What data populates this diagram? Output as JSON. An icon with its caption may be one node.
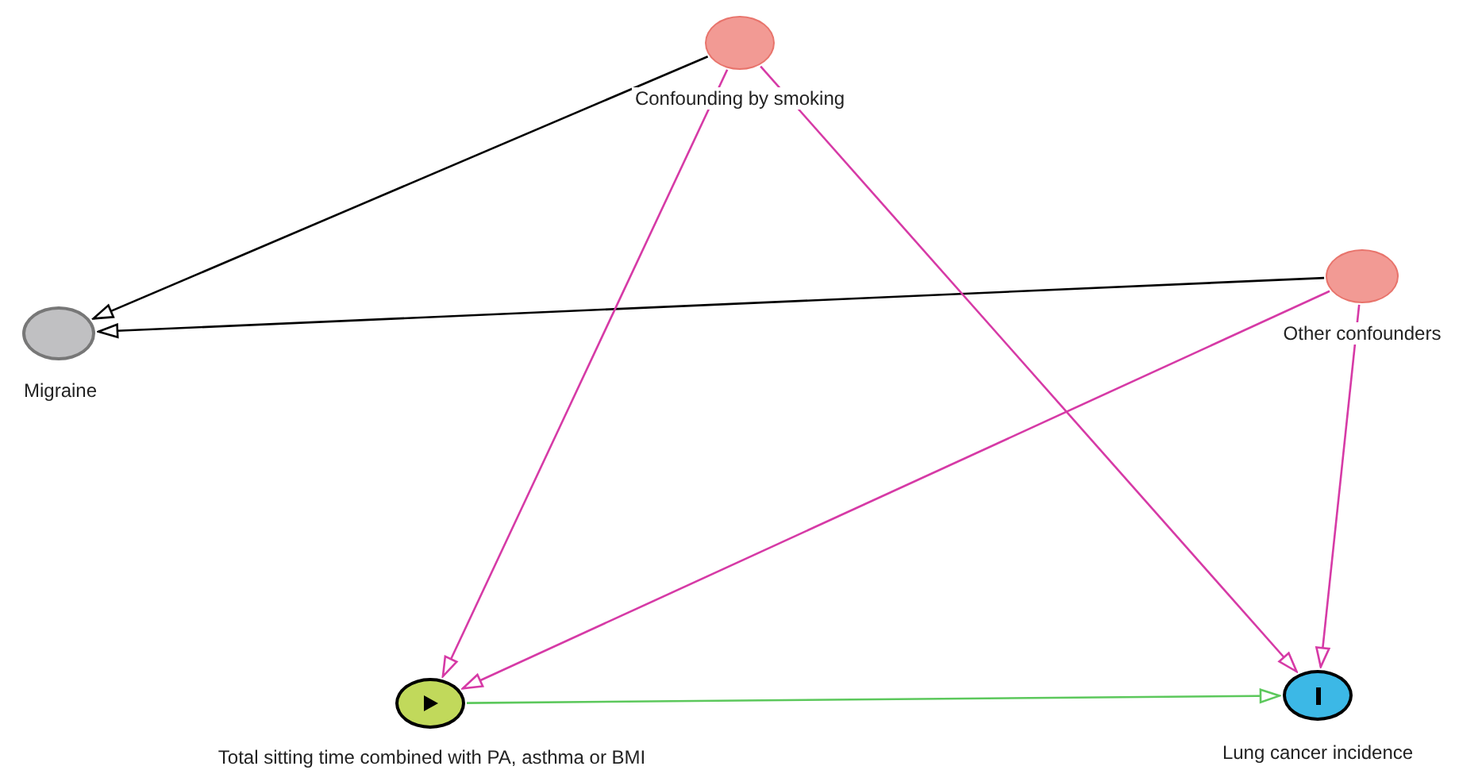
{
  "diagram": {
    "nodes": [
      {
        "text": [
          "Confounding by smoking"
        ]
      },
      {
        "text": [
          "Migraine"
        ]
      },
      {
        "text": [
          "Other confounders"
        ]
      },
      {
        "text": [
          "Total sitting time combined with PA, asthma or BMI"
        ]
      },
      {
        "text": [
          "Lung cancer incidence"
        ]
      }
    ],
    "edges": [
      {
        "from": 0,
        "to": 1,
        "arrow": "to",
        "color": "#000000"
      },
      {
        "from": 2,
        "to": 1,
        "arrow": "to",
        "color": "#000000"
      },
      {
        "from": 0,
        "to": 3,
        "arrow": "to"
      },
      {
        "from": 0,
        "to": 4,
        "arrow": "to"
      },
      {
        "from": 2,
        "to": 3,
        "arrow": "to"
      },
      {
        "from": 2,
        "to": 4,
        "arrow": "to"
      },
      {
        "from": 3,
        "to": 4,
        "arrow": "to",
        "color": "#5cc85c"
      }
    ]
  }
}
